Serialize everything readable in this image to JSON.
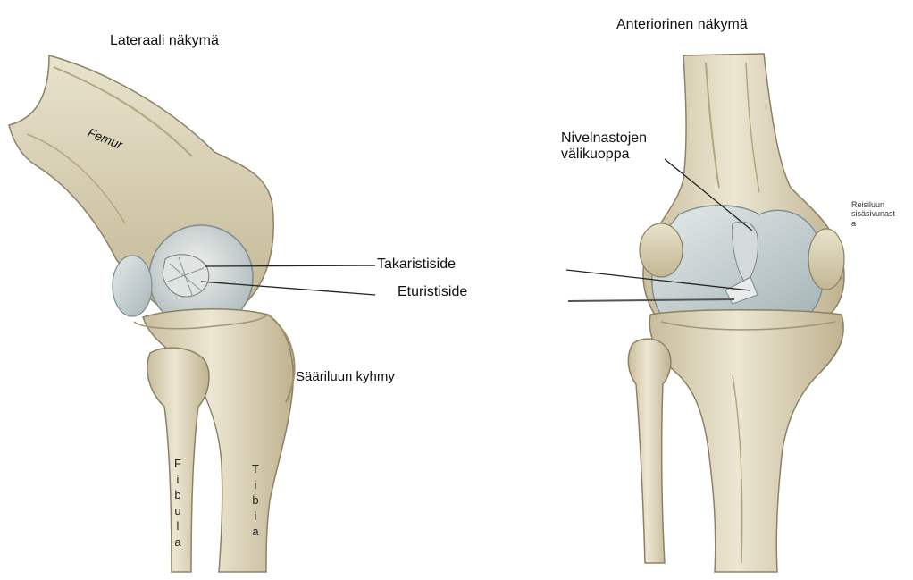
{
  "views": {
    "lateral": {
      "title": "Lateraali näkymä"
    },
    "anterior": {
      "title": "Anteriorinen näkymä"
    }
  },
  "labels": {
    "femur": "Femur",
    "takaristiside": "Takaristiside",
    "eturistiside": "Eturistiside",
    "saariluun_kyhmy": "Sääriluun kyhmy",
    "fibula": "Fibula",
    "tibia": "Tibia",
    "nivelnastojen_line1": "Nivelnastojen",
    "nivelnastojen_line2": "välikuoppa",
    "reisiluun_line1": "Reisiluun",
    "reisiluun_line2": "sisäsivunast",
    "reisiluun_line3": "a"
  },
  "colors": {
    "bone": "#e6dfc7",
    "bone_shade": "#b9ad8a",
    "bone_dark": "#8d8165",
    "cartilage": "#cfd8da",
    "cartilage_shade": "#a9b6ba",
    "ligament": "#d9dcdb",
    "leader_line": "#222222"
  }
}
